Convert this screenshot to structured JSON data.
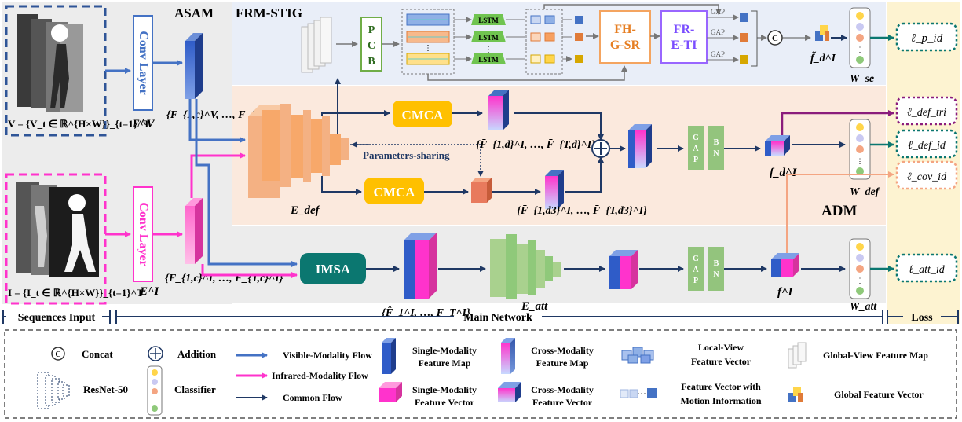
{
  "modules": {
    "asam": "ASAM",
    "frm_stig": "FRM-STIG",
    "adm": "ADM",
    "pcb": [
      "P",
      "C",
      "B"
    ],
    "fh_gsr": [
      "FH-",
      "G-SR"
    ],
    "fr_eti": [
      "FR-",
      "E-TI"
    ],
    "gap": "GAP",
    "cmca": "CMCA",
    "imsa": "IMSA",
    "conv_layer": "Conv Layer",
    "gap_v": [
      "G",
      "A",
      "P"
    ],
    "bn_v": [
      "B",
      "N"
    ],
    "lstm": "LSTM",
    "params_sharing": "Parameters-sharing",
    "concat_symbol": "C"
  },
  "inputs": {
    "visible_eq": "V = {V_t ∈ ℝ^{H×W}}_{t=1}^T",
    "infrared_eq": "I = {I_t ∈ ℝ^{H×W}}_{t=1}^T"
  },
  "symbols": {
    "E_V": "E^V",
    "E_I": "E^I",
    "F_V_seq": "{F_{1,c}^V, …, F_{T,c}^V}",
    "F_I_seq": "{F_{1,c}^I, …, F_{T,c}^I}",
    "E_def": "E_def",
    "E_att": "E_att",
    "F_def_seq": "{F̄_{1,d}^I, …, F̄_{T,d}^I}",
    "F_def3_seq": "{F̄_{1,d3}^I, …, F̄_{T,d3}^I}",
    "F_hat_seq": "{F̂_1^I, …, F_T^I}",
    "f_d": "f_d^I",
    "f_att": "f^I",
    "f_tilde": "f̃_d^I",
    "W_se": "W_se",
    "W_def": "W_def",
    "W_att": "W_att"
  },
  "losses": [
    "ℓ_p_id",
    "ℓ_def_tri",
    "ℓ_def_id",
    "ℓ_cov_id",
    "ℓ_att_id"
  ],
  "section_labels": {
    "sequences_input": "Sequences Input",
    "main_network": "Main Network",
    "loss": "Loss"
  },
  "legend": {
    "concat": "Concat",
    "addition": "Addition",
    "resnet": "ResNet-50",
    "classifier": "Classifier",
    "visible_flow": "Visible-Modality Flow",
    "infrared_flow": "Infrared-Modality Flow",
    "common_flow": "Common Flow",
    "single_map": [
      "Single-Modality",
      "Feature Map"
    ],
    "single_vec": [
      "Single-Modality",
      "Feature Vector"
    ],
    "cross_map": [
      "Cross-Modality",
      "Feature Map"
    ],
    "cross_vec": [
      "Cross-Modality",
      "Feature Vector"
    ],
    "local_view": [
      "Local-View",
      "Feature Vector"
    ],
    "motion_vec": [
      "Feature Vector with",
      "Motion Information"
    ],
    "global_map": "Global-View Feature Map",
    "global_vec": "Global Feature Vector"
  },
  "colors": {
    "visible_flow": "#4472c4",
    "infrared_flow": "#ff33cc",
    "common_flow": "#1f3864",
    "cmca": "#ffc000",
    "imsa": "#0b7770",
    "pcb": "#93c47d",
    "fh_gsr": "#f4a460",
    "fr_eti": "#9966ff",
    "loss_box": "#0b7770",
    "tri_loss_box": "#8a1c7c",
    "cov_loss_box": "#f4a582"
  }
}
